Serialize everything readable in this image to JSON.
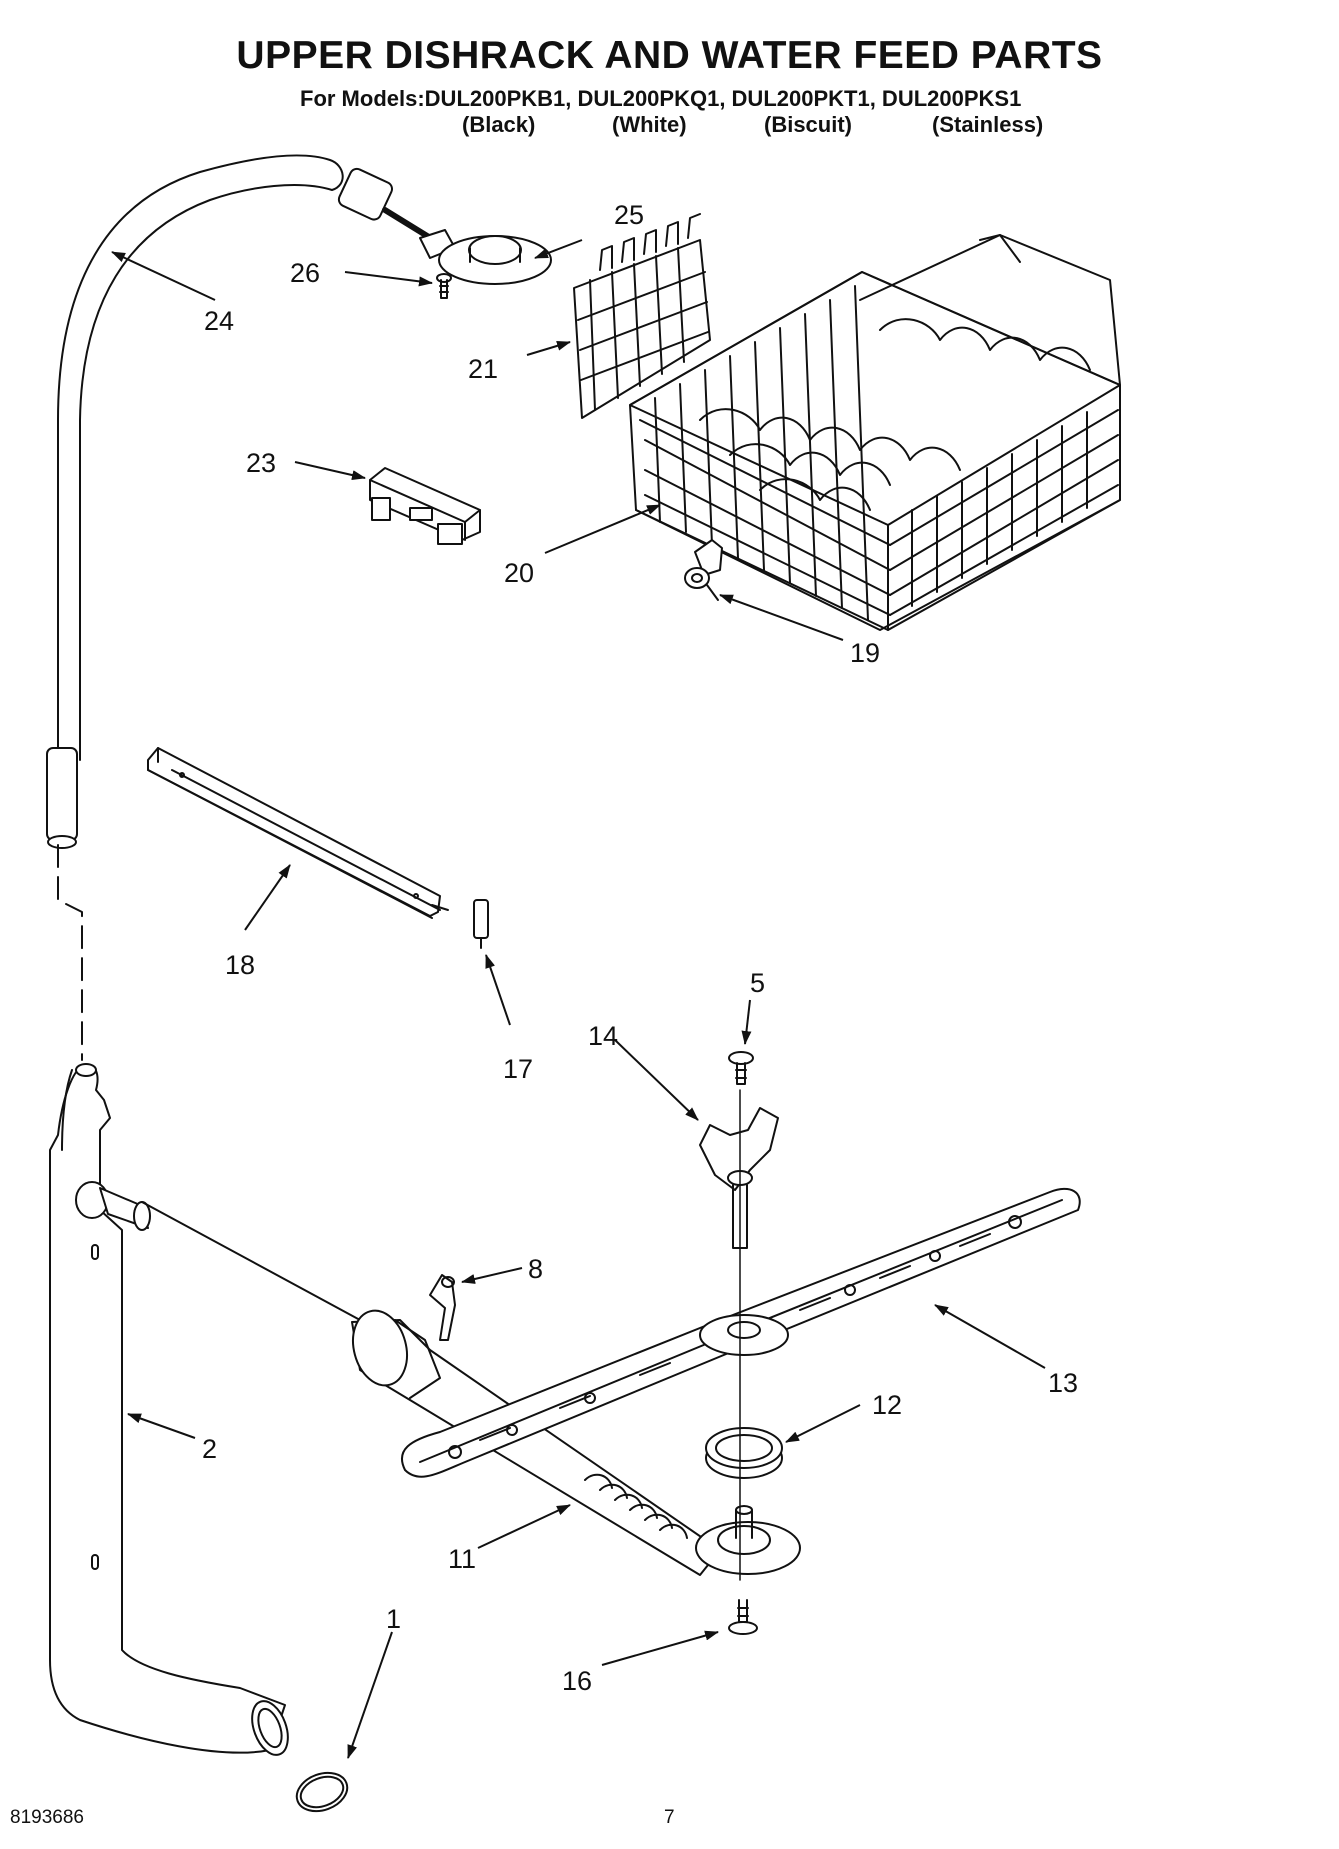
{
  "header": {
    "title": "UPPER DISHRACK AND WATER FEED PARTS",
    "models_line": "For Models:DUL200PKB1, DUL200PKQ1, DUL200PKT1, DUL200PKS1",
    "colors": [
      "(Black)",
      "(White)",
      "(Biscuit)",
      "(Stainless)"
    ]
  },
  "callouts": {
    "p1": "1",
    "p2": "2",
    "p5": "5",
    "p8": "8",
    "p11": "11",
    "p12": "12",
    "p13": "13",
    "p14": "14",
    "p16": "16",
    "p17": "17",
    "p18": "18",
    "p19": "19",
    "p20": "20",
    "p21": "21",
    "p23": "23",
    "p24": "24",
    "p25": "25",
    "p26": "26"
  },
  "footer": {
    "doc_number": "8193686",
    "page_number": "7"
  }
}
